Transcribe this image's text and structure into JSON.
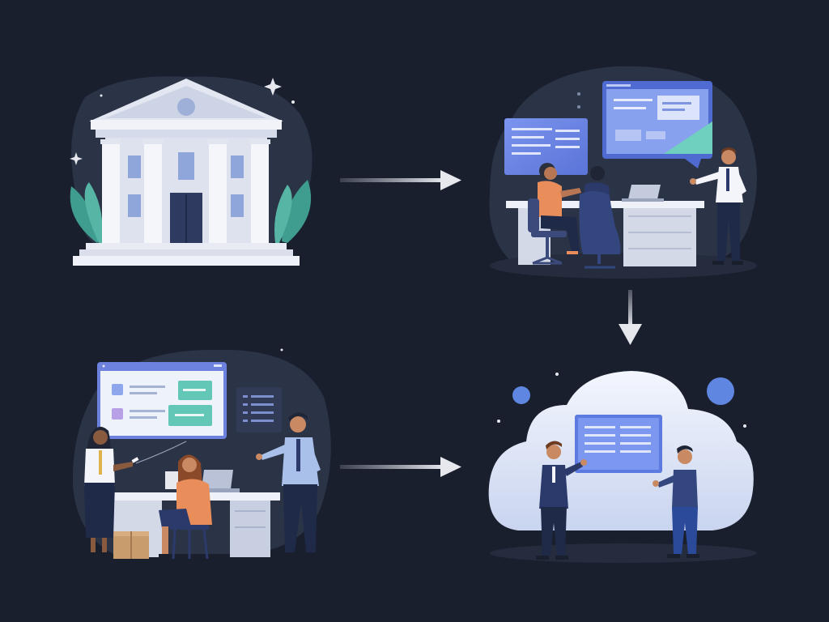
{
  "scenes": [
    {
      "id": "bank",
      "icon": "bank-building-icon"
    },
    {
      "id": "office-meeting",
      "icon": "office-meeting-icon"
    },
    {
      "id": "cloud-presentation",
      "icon": "cloud-icon"
    },
    {
      "id": "team-workspace",
      "icon": "team-workspace-icon"
    }
  ],
  "flow": [
    {
      "from": "bank",
      "to": "office-meeting",
      "direction": "right"
    },
    {
      "from": "office-meeting",
      "to": "cloud-presentation",
      "direction": "down"
    },
    {
      "from": "team-workspace",
      "to": "cloud-presentation",
      "direction": "right"
    }
  ],
  "colors": {
    "background": "#1a1f2e",
    "blob": "#2b3347",
    "screen_blue": "#6f88e8",
    "screen_light": "#dde6f7",
    "teal_accent": "#62c9b8",
    "orange_shirt": "#e98d5a",
    "navy_suit": "#2c3a6b",
    "arrow": "#c8ccd6",
    "leaf": "#3f9d8f",
    "cloud": "#e7ecf9"
  }
}
